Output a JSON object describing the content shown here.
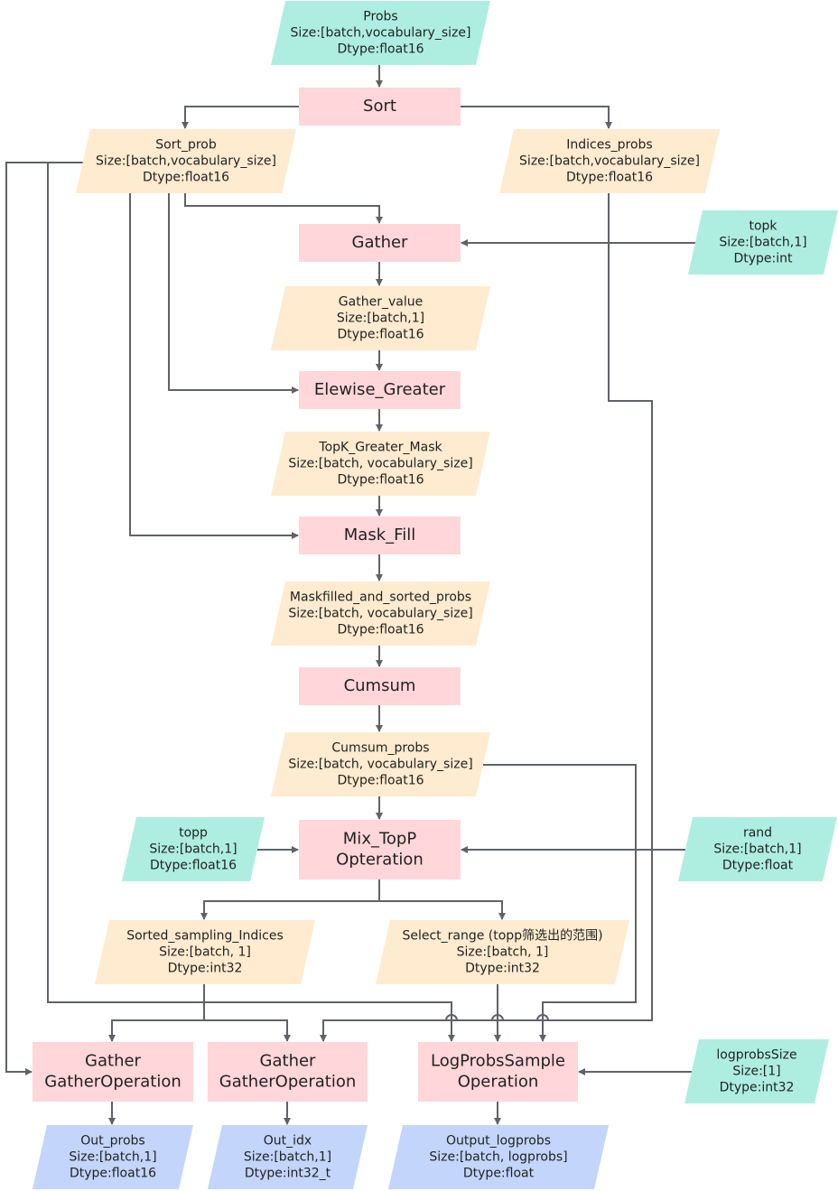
{
  "colors": {
    "input": "#aeeee0",
    "intermediate": "#ffebcf",
    "operation": "#ffd6d9",
    "output": "#c3d5fb",
    "edge": "#5f6368"
  },
  "nodes": {
    "probs": {
      "kind": "input",
      "lines": [
        "Probs",
        "Size:[batch,vocabulary_size]",
        "Dtype:float16"
      ]
    },
    "sort": {
      "kind": "operation",
      "lines": [
        "Sort"
      ]
    },
    "sort_prob": {
      "kind": "intermediate",
      "lines": [
        "Sort_prob",
        "Size:[batch,vocabulary_size]",
        "Dtype:float16"
      ]
    },
    "indices_probs": {
      "kind": "intermediate",
      "lines": [
        "Indices_probs",
        "Size:[batch,vocabulary_size]",
        "Dtype:float16"
      ]
    },
    "gather": {
      "kind": "operation",
      "lines": [
        "Gather"
      ]
    },
    "topk": {
      "kind": "input",
      "lines": [
        "topk",
        "Size:[batch,1]",
        "Dtype:int"
      ]
    },
    "gather_value": {
      "kind": "intermediate",
      "lines": [
        "Gather_value",
        "Size:[batch,1]",
        "Dtype:float16"
      ]
    },
    "elewise_greater": {
      "kind": "operation",
      "lines": [
        "Elewise_Greater"
      ]
    },
    "topk_greater_mask": {
      "kind": "intermediate",
      "lines": [
        "TopK_Greater_Mask",
        "Size:[batch, vocabulary_size]",
        "Dtype:float16"
      ]
    },
    "mask_fill": {
      "kind": "operation",
      "lines": [
        "Mask_Fill"
      ]
    },
    "maskfilled": {
      "kind": "intermediate",
      "lines": [
        "Maskfilled_and_sorted_probs",
        "Size:[batch, vocabulary_size]",
        "Dtype:float16"
      ]
    },
    "cumsum": {
      "kind": "operation",
      "lines": [
        "Cumsum"
      ]
    },
    "cumsum_probs": {
      "kind": "intermediate",
      "lines": [
        "Cumsum_probs",
        "Size:[batch, vocabulary_size]",
        "Dtype:float16"
      ]
    },
    "topp": {
      "kind": "input",
      "lines": [
        "topp",
        "Size:[batch,1]",
        "Dtype:float16"
      ]
    },
    "mix_topp": {
      "kind": "operation",
      "lines": [
        "Mix_TopP",
        "Opteration"
      ]
    },
    "rand": {
      "kind": "input",
      "lines": [
        "rand",
        "Size:[batch,1]",
        "Dtype:float"
      ]
    },
    "sorted_sampling_indices": {
      "kind": "intermediate",
      "lines": [
        "Sorted_sampling_Indices",
        "Size:[batch, 1]",
        "Dtype:int32"
      ]
    },
    "select_range": {
      "kind": "intermediate",
      "lines": [
        "Select_range (topp筛选出的范围)",
        "Size:[batch, 1]",
        "Dtype:int32"
      ]
    },
    "gather_op1": {
      "kind": "operation",
      "lines": [
        "Gather",
        "GatherOperation"
      ]
    },
    "gather_op2": {
      "kind": "operation",
      "lines": [
        "Gather",
        "GatherOperation"
      ]
    },
    "logprobs_sample": {
      "kind": "operation",
      "lines": [
        "LogProbsSample",
        "Operation"
      ]
    },
    "logprobs_size": {
      "kind": "input",
      "lines": [
        "logprobsSize",
        "Size:[1]",
        "Dtype:int32"
      ]
    },
    "out_probs": {
      "kind": "output",
      "lines": [
        "Out_probs",
        "Size:[batch,1]",
        "Dtype:float16"
      ]
    },
    "out_idx": {
      "kind": "output",
      "lines": [
        "Out_idx",
        "Size:[batch,1]",
        "Dtype:int32_t"
      ]
    },
    "output_logprobs": {
      "kind": "output",
      "lines": [
        "Output_logprobs",
        "Size:[batch, logprobs]",
        "Dtype:float"
      ]
    }
  },
  "edges": [
    {
      "from": "probs",
      "to": "sort"
    },
    {
      "from": "sort",
      "to": "sort_prob"
    },
    {
      "from": "sort",
      "to": "indices_probs"
    },
    {
      "from": "sort_prob",
      "to": "gather"
    },
    {
      "from": "topk",
      "to": "gather"
    },
    {
      "from": "gather",
      "to": "gather_value"
    },
    {
      "from": "gather_value",
      "to": "elewise_greater"
    },
    {
      "from": "sort_prob",
      "to": "elewise_greater"
    },
    {
      "from": "elewise_greater",
      "to": "topk_greater_mask"
    },
    {
      "from": "topk_greater_mask",
      "to": "mask_fill"
    },
    {
      "from": "sort_prob",
      "to": "mask_fill"
    },
    {
      "from": "mask_fill",
      "to": "maskfilled"
    },
    {
      "from": "maskfilled",
      "to": "cumsum"
    },
    {
      "from": "cumsum",
      "to": "cumsum_probs"
    },
    {
      "from": "cumsum_probs",
      "to": "mix_topp"
    },
    {
      "from": "topp",
      "to": "mix_topp"
    },
    {
      "from": "rand",
      "to": "mix_topp"
    },
    {
      "from": "mix_topp",
      "to": "sorted_sampling_indices"
    },
    {
      "from": "mix_topp",
      "to": "select_range"
    },
    {
      "from": "sort_prob",
      "to": "gather_op1"
    },
    {
      "from": "sorted_sampling_indices",
      "to": "gather_op1"
    },
    {
      "from": "sorted_sampling_indices",
      "to": "gather_op2"
    },
    {
      "from": "indices_probs",
      "to": "gather_op2"
    },
    {
      "from": "sort_prob",
      "to": "logprobs_sample"
    },
    {
      "from": "select_range",
      "to": "logprobs_sample"
    },
    {
      "from": "cumsum_probs",
      "to": "logprobs_sample"
    },
    {
      "from": "logprobs_size",
      "to": "logprobs_sample"
    },
    {
      "from": "gather_op1",
      "to": "out_probs"
    },
    {
      "from": "gather_op2",
      "to": "out_idx"
    },
    {
      "from": "logprobs_sample",
      "to": "output_logprobs"
    }
  ]
}
